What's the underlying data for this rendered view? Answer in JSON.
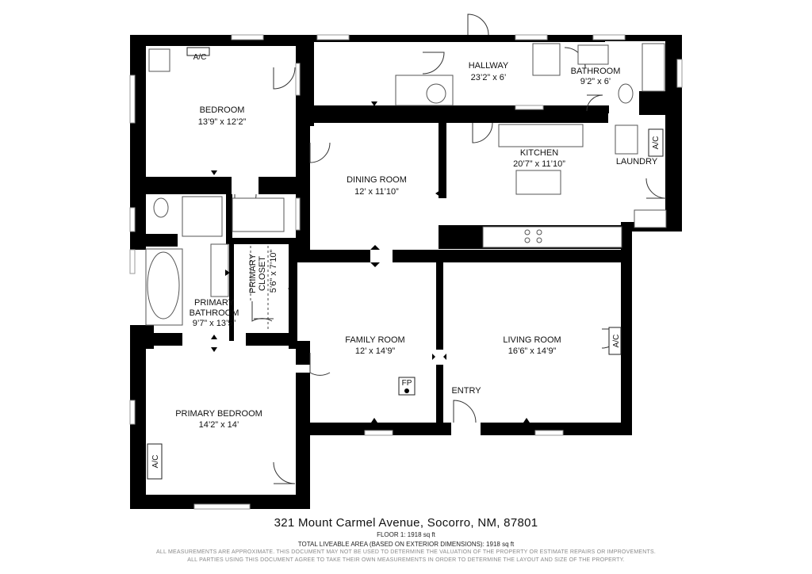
{
  "rooms": {
    "bedroom": {
      "name": "BEDROOM",
      "dims": "13’9” x 12’2”"
    },
    "hallway": {
      "name": "HALLWAY",
      "dims": "23’2” x 6’"
    },
    "bathroom": {
      "name": "BATHROOM",
      "dims": "9’2” x 6’"
    },
    "kitchen": {
      "name": "KITCHEN",
      "dims": "20’7” x 11’10”"
    },
    "laundry": {
      "name": "LAUNDRY"
    },
    "dining": {
      "name": "DINING ROOM",
      "dims": "12’ x 11’10”"
    },
    "primary_closet": {
      "name_1": "PRIMARY",
      "name_2": "CLOSET",
      "dims": "5’6” x 7’10”"
    },
    "primary_bathroom": {
      "name_1": "PRIMARY",
      "name_2": "BATHROOM",
      "dims": "9’7” x 13’5”"
    },
    "family": {
      "name": "FAMILY ROOM",
      "dims": "12’ x 14’9”"
    },
    "living": {
      "name": "LIVING ROOM",
      "dims": "16’6” x 14’9”"
    },
    "entry": {
      "name": "ENTRY"
    },
    "primary_bedroom": {
      "name": "PRIMARY BEDROOM",
      "dims": "14’2” x 14’"
    }
  },
  "labels": {
    "ac": "A/C",
    "fireplace": "FP"
  },
  "footer": {
    "address": "321 Mount Carmel Avenue, Socorro, NM, 87801",
    "floor": "FLOOR 1: 1918 sq ft",
    "total_area": "TOTAL LIVEABLE AREA (BASED ON EXTERIOR DIMENSIONS): 1918 sq ft",
    "disclaimer_1": "ALL MEASUREMENTS ARE APPROXIMATE. THIS DOCUMENT MAY NOT BE USED TO DETERMINE THE VALUATION OF THE PROPERTY OR ESTIMATE REPAIRS OR IMPROVEMENTS.",
    "disclaimer_2": "ALL PARTIES USING THIS DOCUMENT AGREE TO TAKE THEIR OWN MEASUREMENTS IN ORDER TO DETERMINE THE LAYOUT AND SIZE OF THE PROPERTY."
  },
  "colors": {
    "wall": "#000000",
    "fixture": "#555555",
    "window": "#9a9a9a"
  }
}
